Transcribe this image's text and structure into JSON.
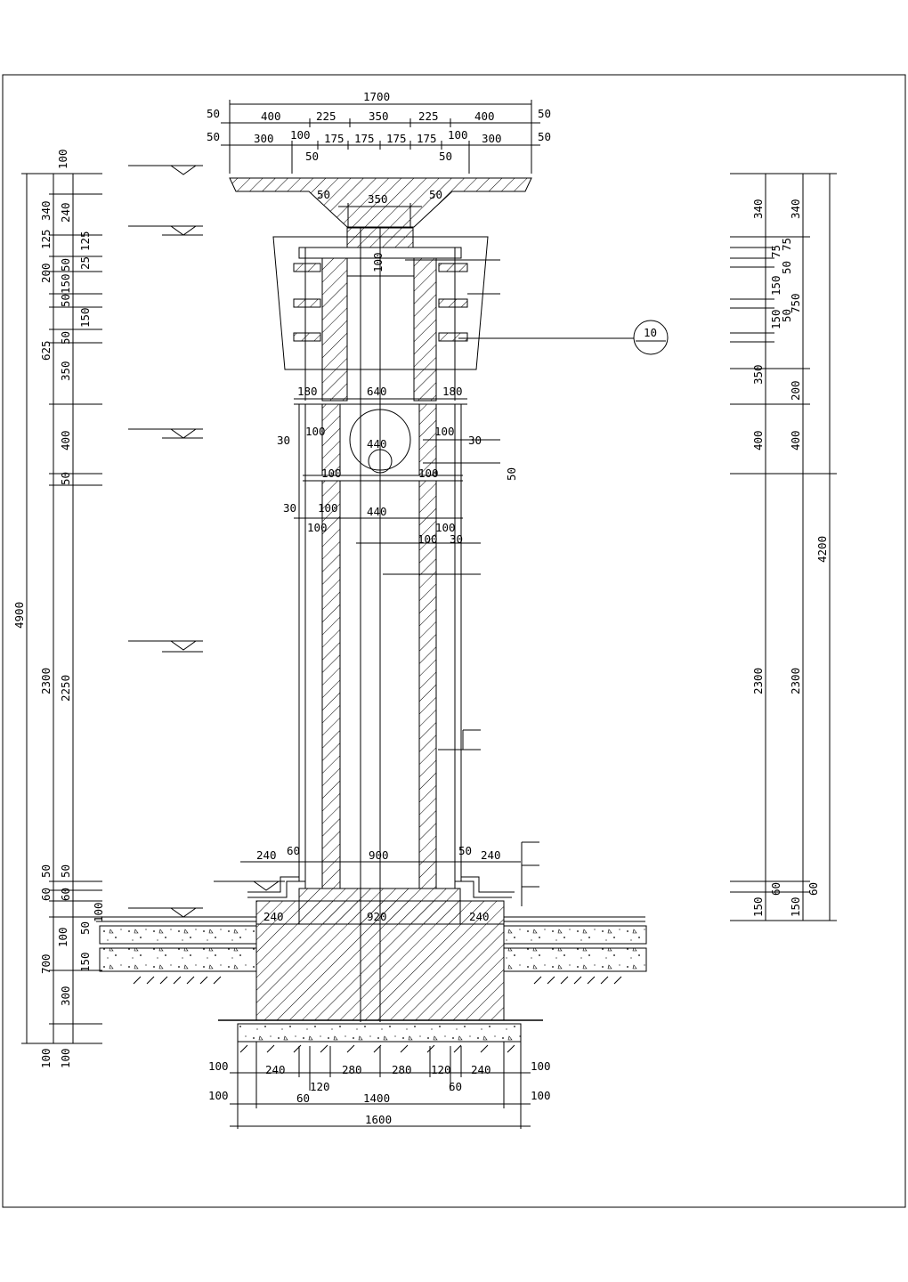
{
  "top_dims_row1": [
    "1700"
  ],
  "top_dims_row2": [
    "50",
    "400",
    "225",
    "350",
    "225",
    "400",
    "50"
  ],
  "top_dims_row3": [
    "50",
    "300",
    "100",
    "175",
    "175",
    "175",
    "175",
    "100",
    "300",
    "50"
  ],
  "top_dims_row4": [
    "50",
    "50"
  ],
  "cap_dims": [
    "50",
    "350",
    "50"
  ],
  "left_dims_outer": [
    "100",
    "340",
    "125",
    "200",
    "625",
    "4900",
    "2300",
    "50",
    "60",
    "100",
    "700",
    "100"
  ],
  "left_dims_inner": [
    "240",
    "125",
    "50",
    "150",
    "50",
    "150",
    "50",
    "350",
    "400",
    "50",
    "2250",
    "50",
    "60",
    "100",
    "50",
    "150",
    "300",
    "100"
  ],
  "left_small": [
    "25",
    "100"
  ],
  "right_dims_outer": [
    "340",
    "75",
    "150",
    "150",
    "350",
    "400",
    "2300",
    "60",
    "150"
  ],
  "right_dims_inner": [
    "340",
    "75",
    "50",
    "750",
    "50",
    "200",
    "400",
    "4200",
    "2300",
    "60",
    "150"
  ],
  "mid_labels": {
    "w_180_l": "180",
    "w_640": "640",
    "w_180_r": "180",
    "w_100_a": "100",
    "w_440_a": "440",
    "w_100_b": "100",
    "w_30_a": "30",
    "w_30_b": "30",
    "w_100_c": "100",
    "w_100_d": "100",
    "w_50": "50",
    "w_30_c": "30",
    "w_100_e": "100",
    "w_440_b": "440",
    "w_100_f": "100",
    "w_100_g": "100",
    "w_100_h": "100",
    "w_30_d": "30",
    "w_100_top": "100"
  },
  "base_labels": {
    "b240_l": "240",
    "b60_l": "60",
    "b900": "900",
    "b50_r": "50",
    "b240_r": "240",
    "c240_l": "240",
    "c920": "920",
    "c240_r": "240"
  },
  "bottom_dims_row1": [
    "100",
    "240",
    "280",
    "280",
    "120",
    "240",
    "100"
  ],
  "bottom_dims_row1b": [
    "120",
    "60"
  ],
  "bottom_dims_row2": [
    "100",
    "60",
    "1400",
    "100"
  ],
  "bottom_dims_row3": [
    "1600"
  ],
  "callout": "10"
}
